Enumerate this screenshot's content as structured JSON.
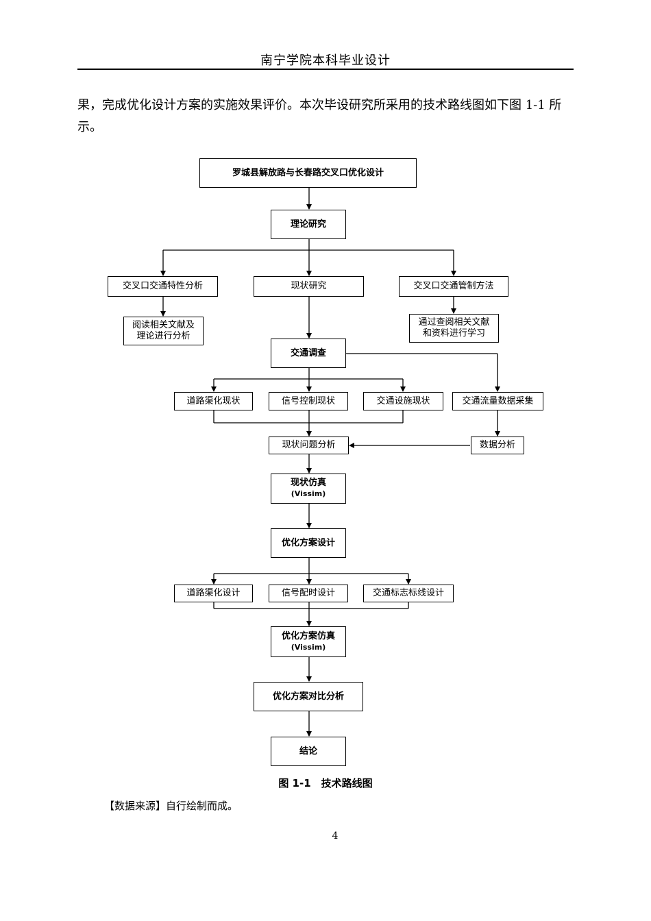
{
  "header": {
    "title": "南宁学院本科毕业设计"
  },
  "body_paragraph": "果，完成优化设计方案的实施效果评价。本次毕设研究所采用的技术路线图如下图 1-1 所示。",
  "flowchart": {
    "title": "罗城县解放路与长春路交叉口优化设计",
    "theory": "理论研究",
    "intersection_traffic": "交叉口交通特性分析",
    "read_literature": [
      "阅读相关文献及",
      "理论进行分析"
    ],
    "status_study": "现状研究",
    "management_method": "交叉口交通管制方法",
    "query_literature": [
      "通过查阅相关文献",
      "和资料进行学习"
    ],
    "traffic_survey": "交通调查",
    "road_channel_status": "道路渠化现状",
    "signal_control_status": "信号控制现状",
    "traffic_facility_status": "交通设施现状",
    "flow_collection": "交通流量数据采集",
    "status_problem": "现状问题分析",
    "data_analysis": "数据分析",
    "status_simulation": [
      "现状仿真",
      "(Vissim)"
    ],
    "optimization_design": "优化方案设计",
    "road_channel_design": "道路渠化设计",
    "signal_timing_design": "信号配时设计",
    "sign_marking_design": "交通标志标线设计",
    "optimization_simulation": [
      "优化方案仿真",
      "(Vissim)"
    ],
    "comparison": "优化方案对比分析",
    "conclusion": "结论"
  },
  "figure_caption": "图 1-1　技术路线图",
  "source_note": "【数据来源】自行绘制而成。",
  "page_number": "4"
}
